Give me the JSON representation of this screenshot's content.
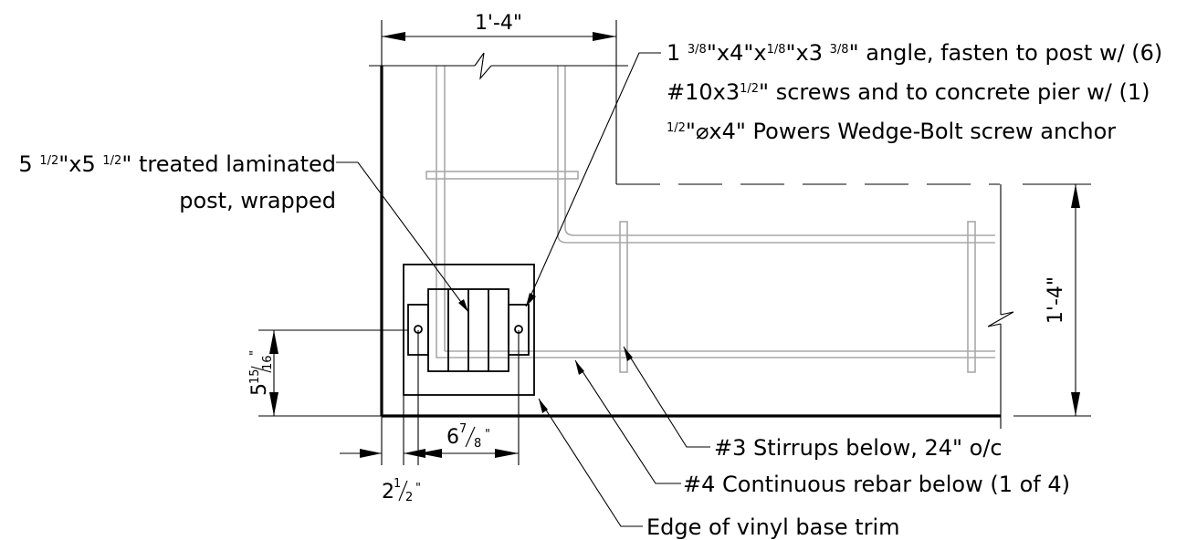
{
  "annotations": {
    "angle": {
      "line1_a": "1 ",
      "line1_f1": "3/8",
      "line1_b": "\"x4\"x",
      "line1_f2": "1/8",
      "line1_c": "\"x3 ",
      "line1_f3": "3/8",
      "line1_d": "\" angle, fasten to post w/ (6)",
      "line2_a": "#10x3",
      "line2_f": "1/2",
      "line2_b": "\" screws and to concrete pier w/ (1)",
      "line3_f": "1/2",
      "line3_b": "\"⌀x4\" Powers Wedge-Bolt screw anchor"
    },
    "post": {
      "line1_a": "5 ",
      "line1_f1": "1/2",
      "line1_b": "\"x5 ",
      "line1_f2": "1/2",
      "line1_c": "\" treated laminated",
      "line2": "post, wrapped"
    },
    "stirrups": "#3 Stirrups below, 24\" o/c",
    "rebar": "#4 Continuous rebar below (1 of 4)",
    "trim": "Edge of vinyl base trim"
  },
  "dimensions": {
    "top": "1'-4\"",
    "right": "1'-4\"",
    "left_vertical": {
      "whole": "5",
      "num": "15",
      "den": "16",
      "mark": "\""
    },
    "bottom_post": {
      "whole": "6",
      "num": "7",
      "den": "8",
      "mark": "\""
    },
    "bottom_offset": {
      "whole": "2",
      "num": "1",
      "den": "2",
      "mark": "\""
    }
  }
}
